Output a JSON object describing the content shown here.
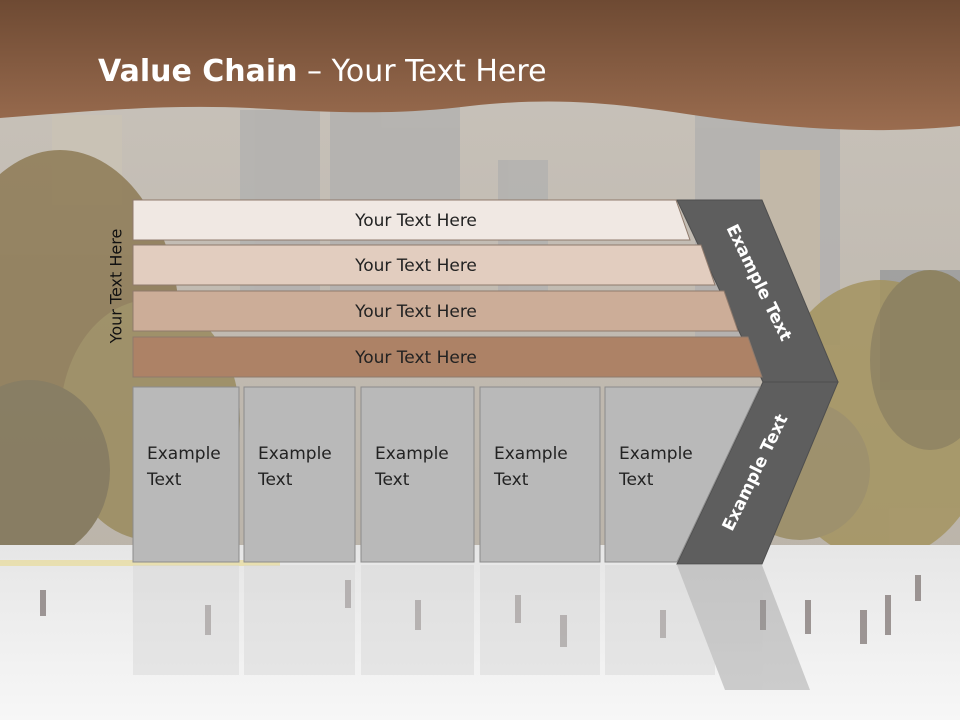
{
  "title": {
    "bold": "Value Chain",
    "rest": " – Your Text Here"
  },
  "side_label": "Your Text Here",
  "rows": [
    {
      "label": "Your Text Here",
      "color": "#f0e8e3"
    },
    {
      "label": "Your Text Here",
      "color": "#e2cdbf"
    },
    {
      "label": "Your Text Here",
      "color": "#ccad98"
    },
    {
      "label": "Your Text Here",
      "color": "#ad8266"
    }
  ],
  "columns": [
    {
      "line1": "Example",
      "line2": "Text"
    },
    {
      "line1": "Example",
      "line2": "Text"
    },
    {
      "line1": "Example",
      "line2": "Text"
    },
    {
      "line1": "Example",
      "line2": "Text"
    },
    {
      "line1": "Example",
      "line2": "Text"
    }
  ],
  "arrow_top_label": "Example Text",
  "arrow_bottom_label": "Example Text",
  "colors": {
    "header": "#8a5c40",
    "column_fill": "#b9b9b9",
    "arrow_fill": "#5e5e5e"
  }
}
